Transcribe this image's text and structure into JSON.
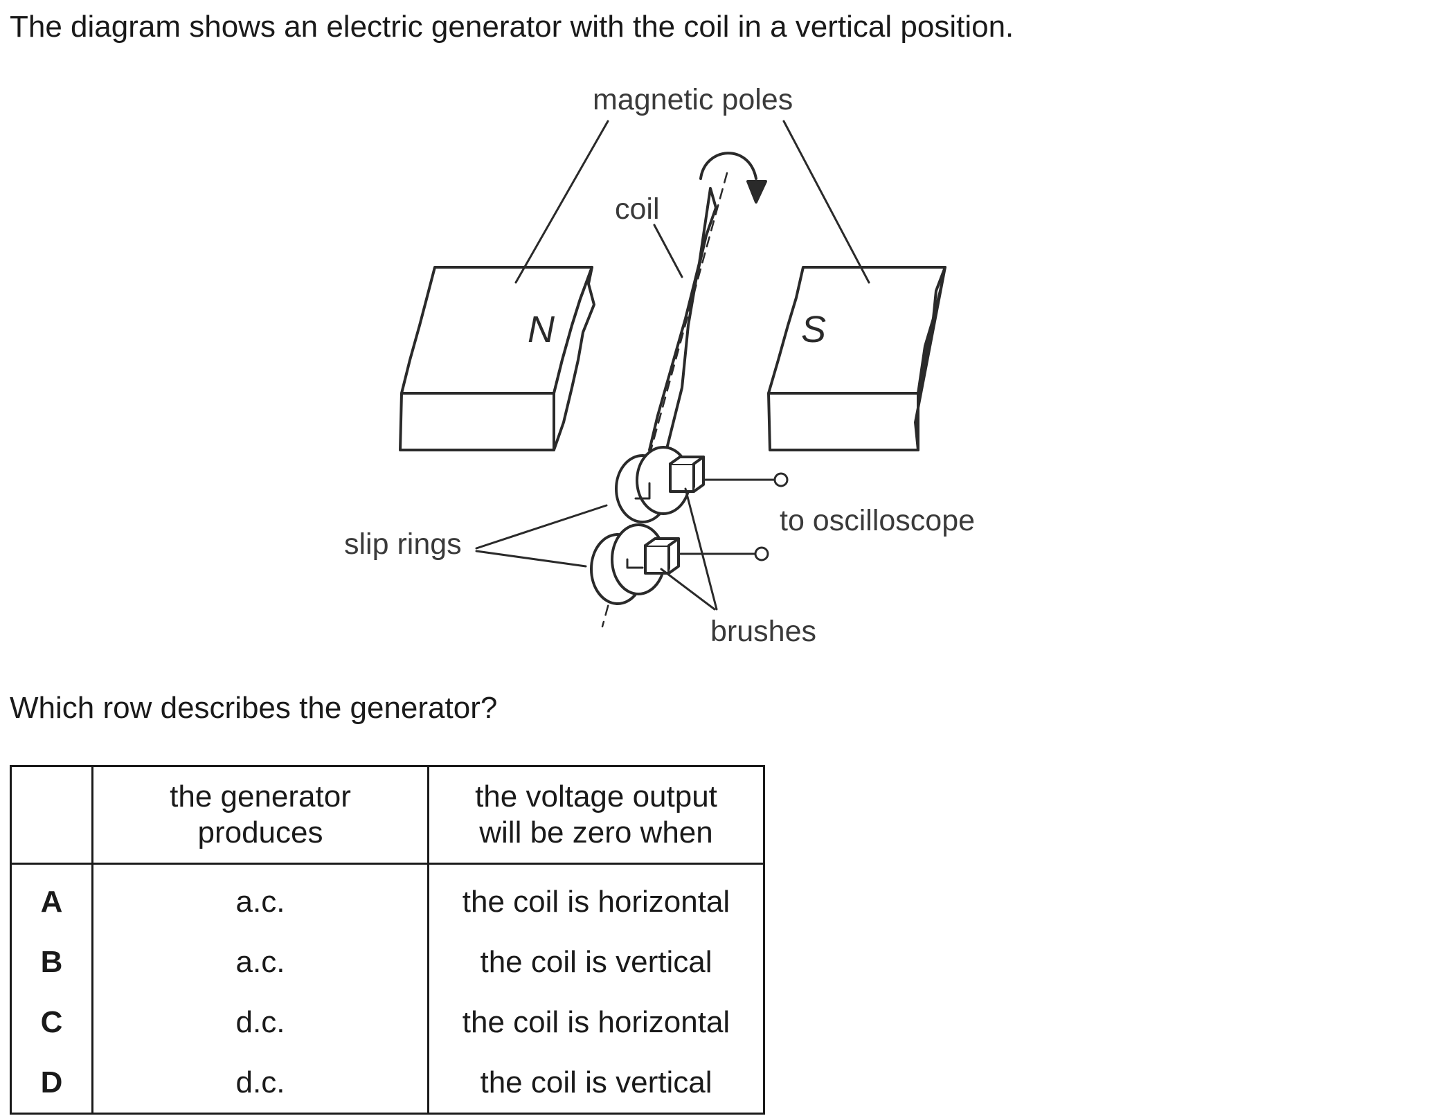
{
  "intro": "The diagram shows an electric generator with the coil in a vertical position.",
  "diagram": {
    "labels": {
      "magnetic_poles": "magnetic poles",
      "coil": "coil",
      "north": "N",
      "south": "S",
      "slip_rings": "slip rings",
      "to_oscilloscope": "to oscilloscope",
      "brushes": "brushes"
    }
  },
  "question": "Which row describes the generator?",
  "table": {
    "headers": [
      "",
      "the generator produces",
      "the voltage output will be zero when"
    ],
    "header_lines": {
      "produces": [
        "the generator",
        "produces"
      ],
      "zero_when": [
        "the voltage output",
        "will be zero when"
      ]
    },
    "rows": [
      {
        "letter": "A",
        "produces": "a.c.",
        "zero_when": "the coil is horizontal"
      },
      {
        "letter": "B",
        "produces": "a.c.",
        "zero_when": "the coil is vertical"
      },
      {
        "letter": "C",
        "produces": "d.c.",
        "zero_when": "the coil is horizontal"
      },
      {
        "letter": "D",
        "produces": "d.c.",
        "zero_when": "the coil is vertical"
      }
    ]
  }
}
